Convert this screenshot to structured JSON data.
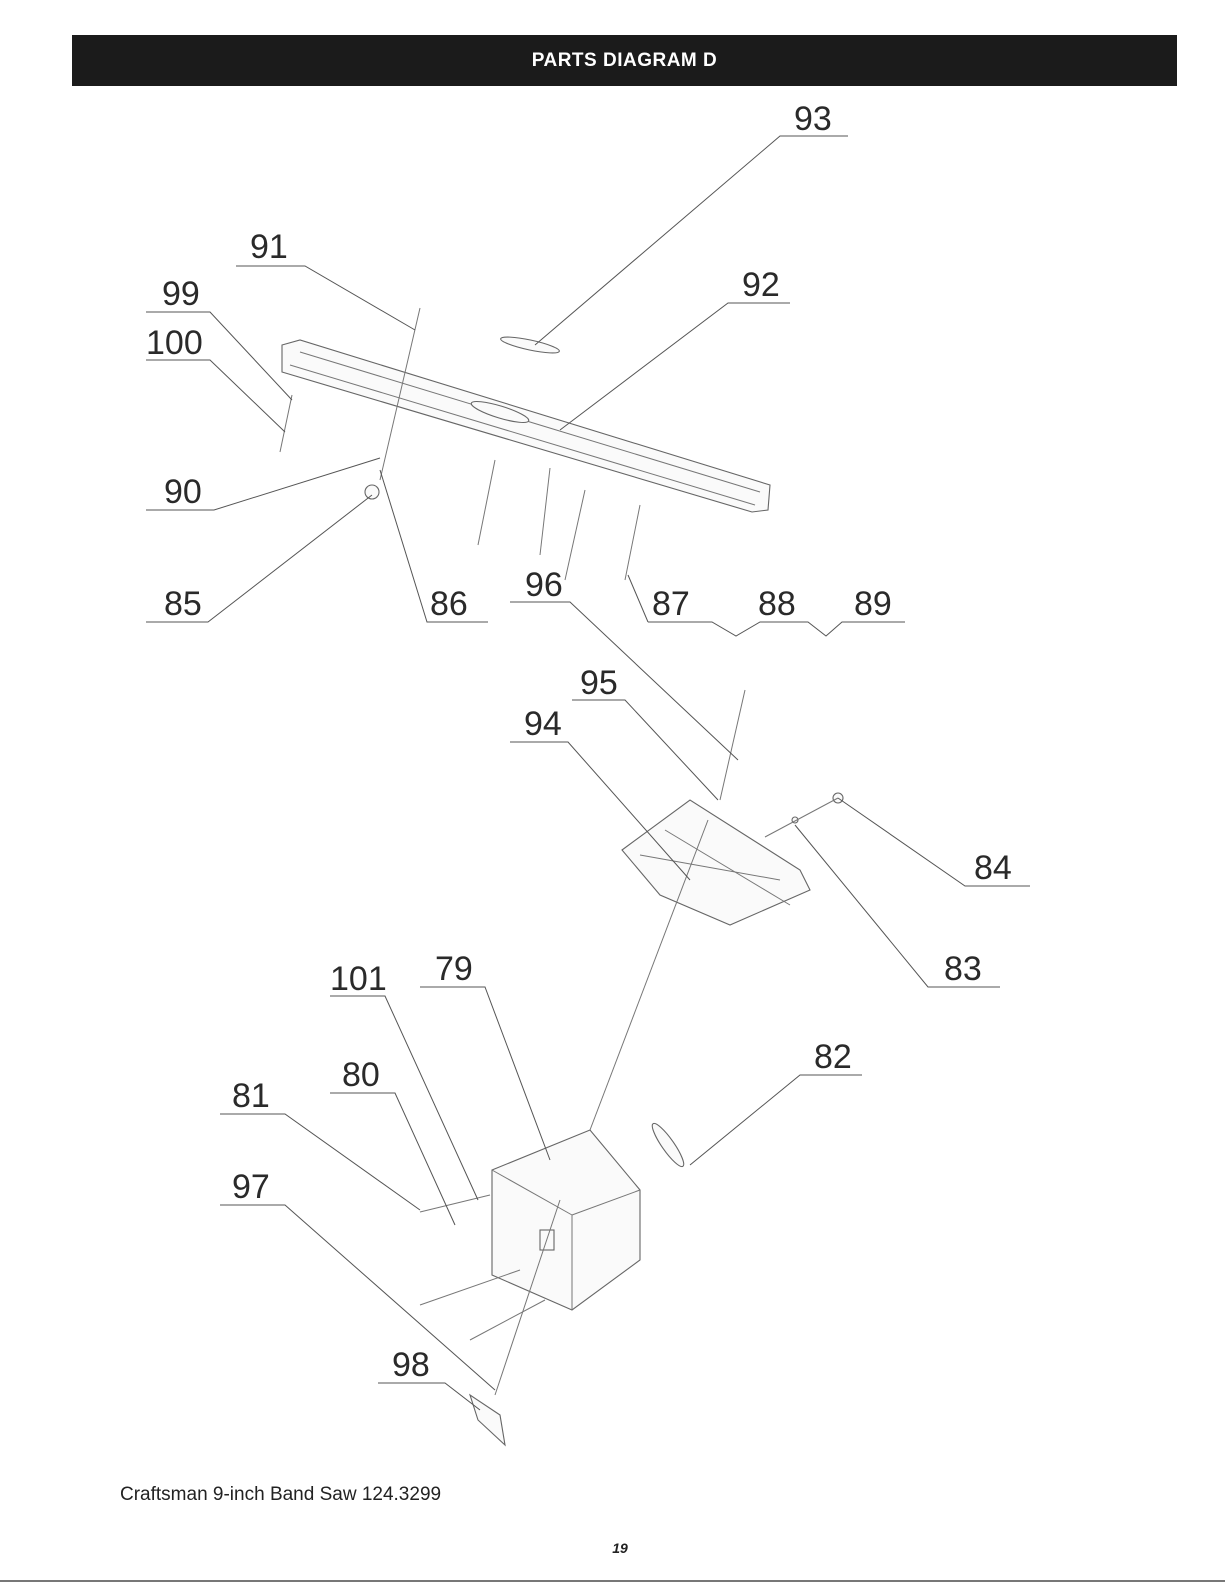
{
  "header": {
    "title": "PARTS DIAGRAM D"
  },
  "callouts": [
    "93",
    "91",
    "99",
    "100",
    "92",
    "90",
    "85",
    "86",
    "96",
    "87",
    "88",
    "89",
    "95",
    "94",
    "84",
    "83",
    "101",
    "79",
    "80",
    "82",
    "81",
    "97",
    "98"
  ],
  "footer": {
    "caption": "Craftsman 9-inch Band Saw 124.3299",
    "page_number": "19"
  }
}
